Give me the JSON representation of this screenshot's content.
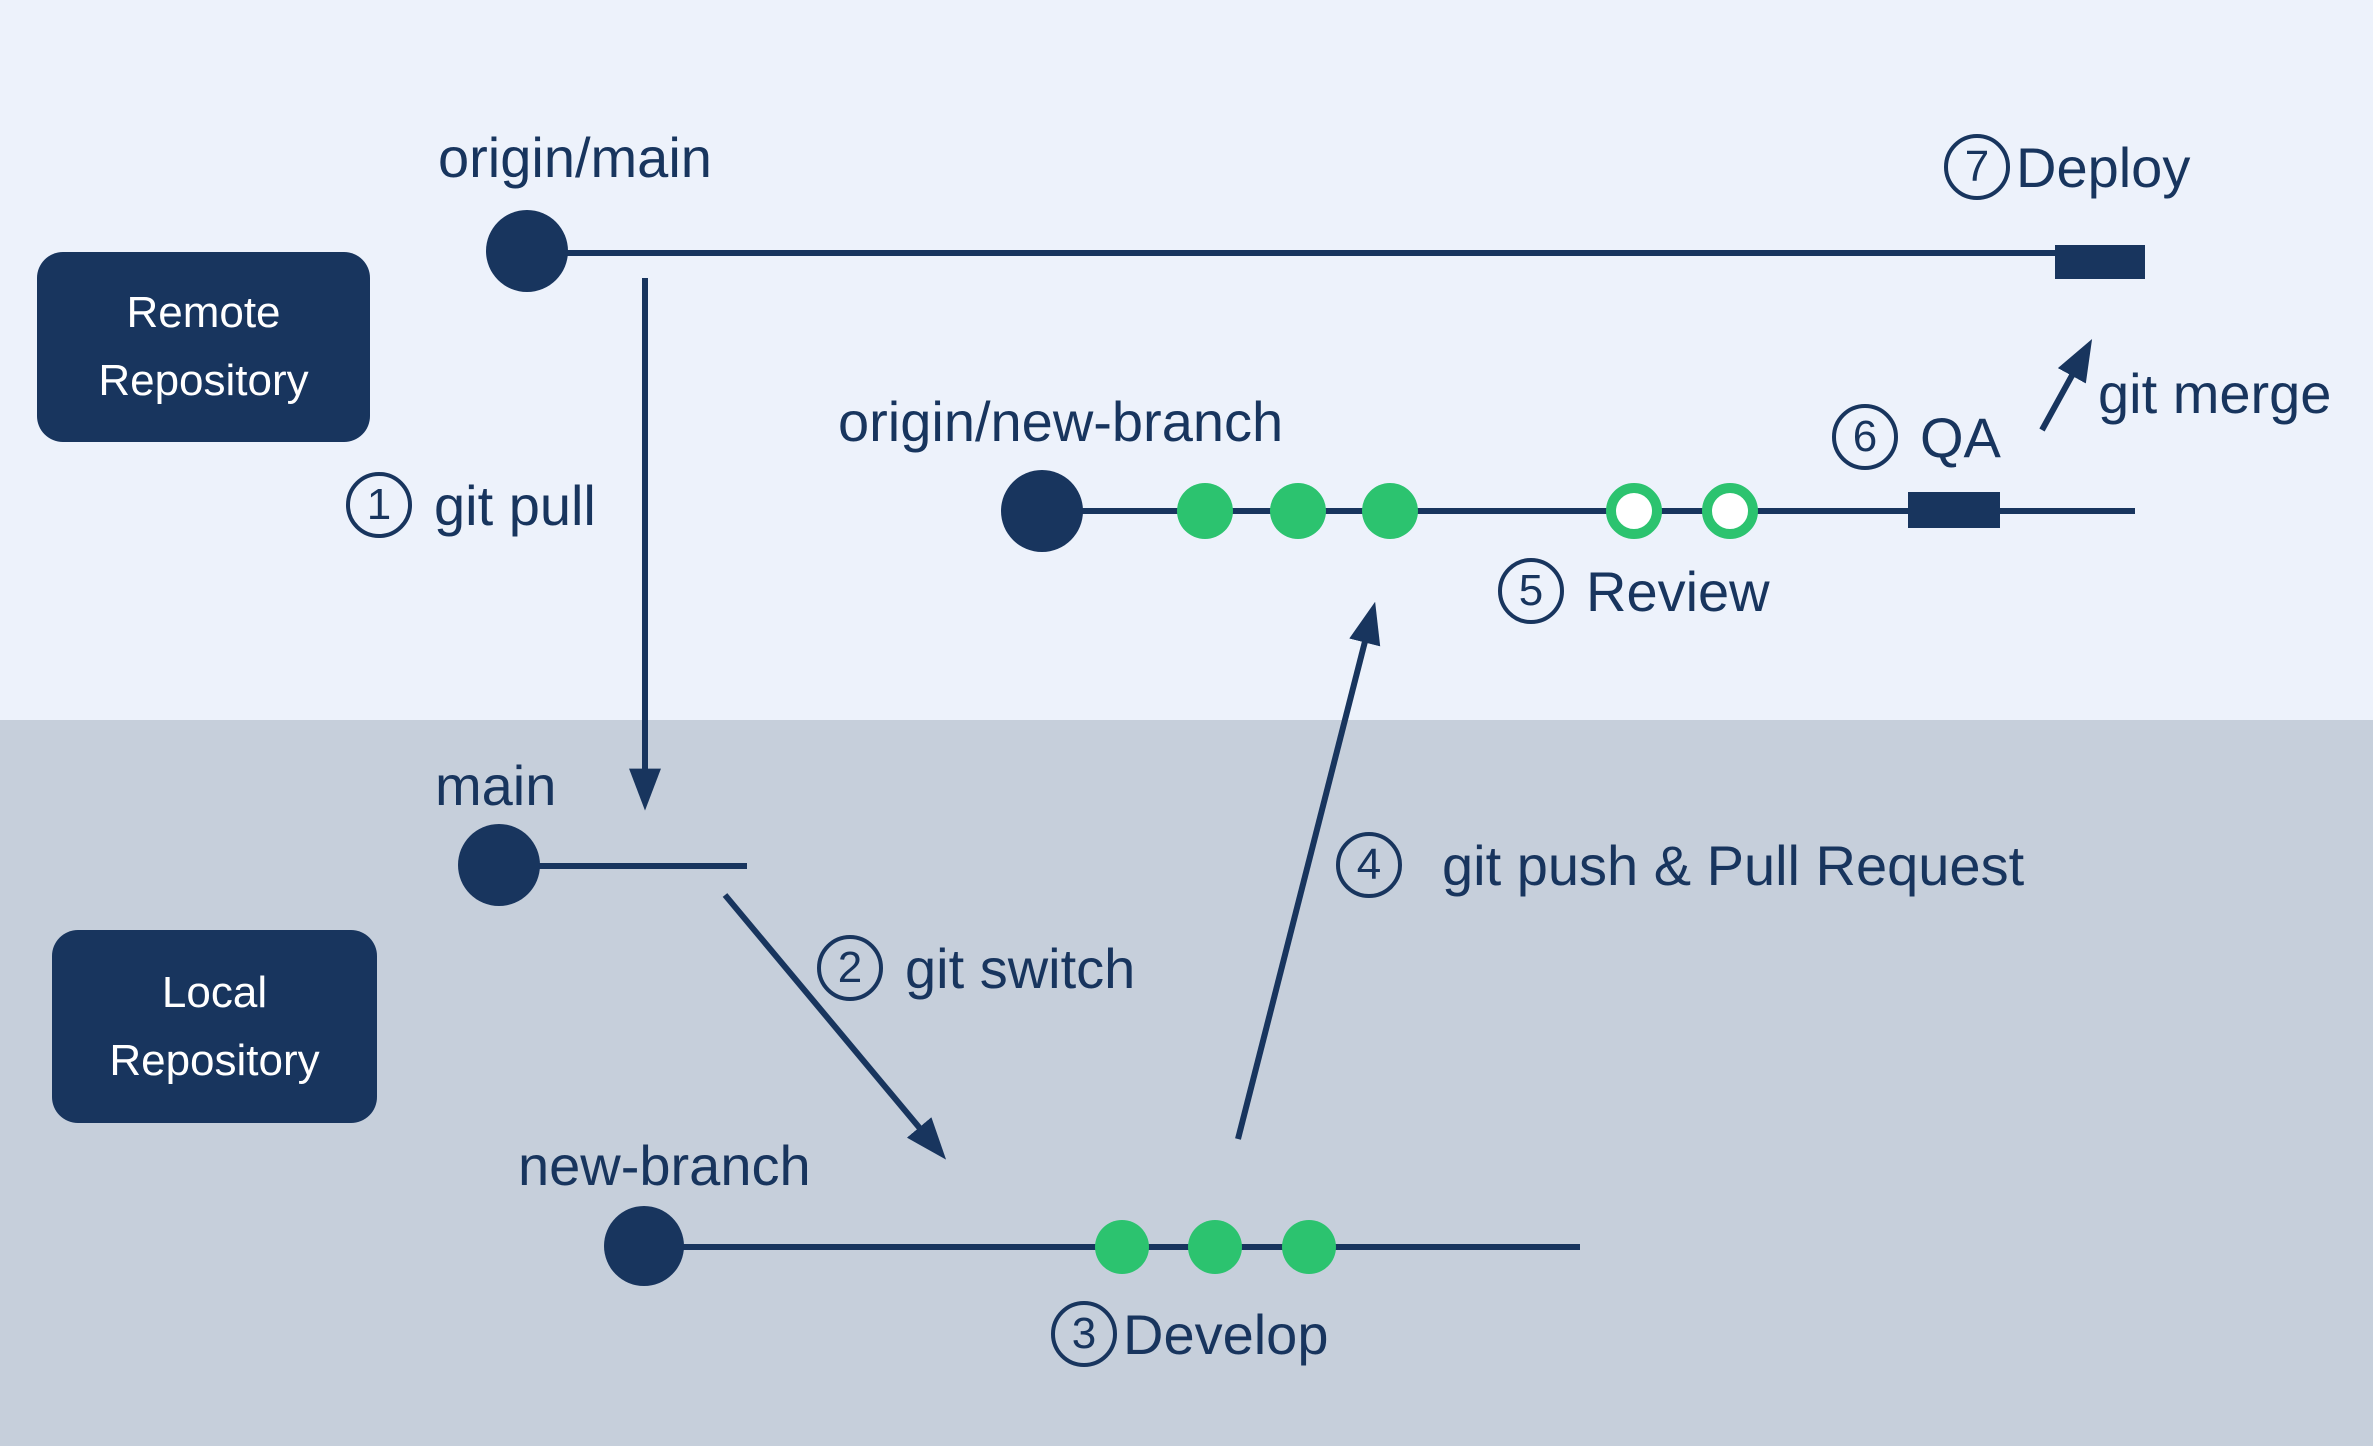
{
  "colors": {
    "navy": "#18355E",
    "green": "#2CC36F",
    "bg_remote": "#EDF2FB",
    "bg_local": "#C6CFDB",
    "box_fill": "#18355E",
    "box_text": "#FFFFFF"
  },
  "sections": {
    "remote": {
      "line1": "Remote",
      "line2": "Repository"
    },
    "local": {
      "line1": "Local",
      "line2": "Repository"
    }
  },
  "branches": {
    "origin_main": {
      "label": "origin/main"
    },
    "origin_new_branch": {
      "label": "origin/new-branch"
    },
    "main": {
      "label": "main"
    },
    "new_branch": {
      "label": "new-branch"
    }
  },
  "steps": [
    {
      "num": "1",
      "label": "git pull"
    },
    {
      "num": "2",
      "label": "git switch"
    },
    {
      "num": "3",
      "label": "Develop"
    },
    {
      "num": "4",
      "label": "git push & Pull Request"
    },
    {
      "num": "5",
      "label": "Review"
    },
    {
      "num": "6",
      "label": "QA"
    },
    {
      "num": "7",
      "label": "Deploy"
    }
  ],
  "annotations": {
    "git_merge": "git merge"
  },
  "commits": {
    "origin_new_branch": {
      "start_dot": 1,
      "green_filled": 3,
      "review_open": 2,
      "qa_rect": 1
    },
    "origin_main": {
      "start_dot": 1,
      "deploy_rect": 1
    },
    "local_new_branch": {
      "start_dot": 1,
      "green_filled": 3
    },
    "local_main": {
      "start_dot": 1
    }
  }
}
